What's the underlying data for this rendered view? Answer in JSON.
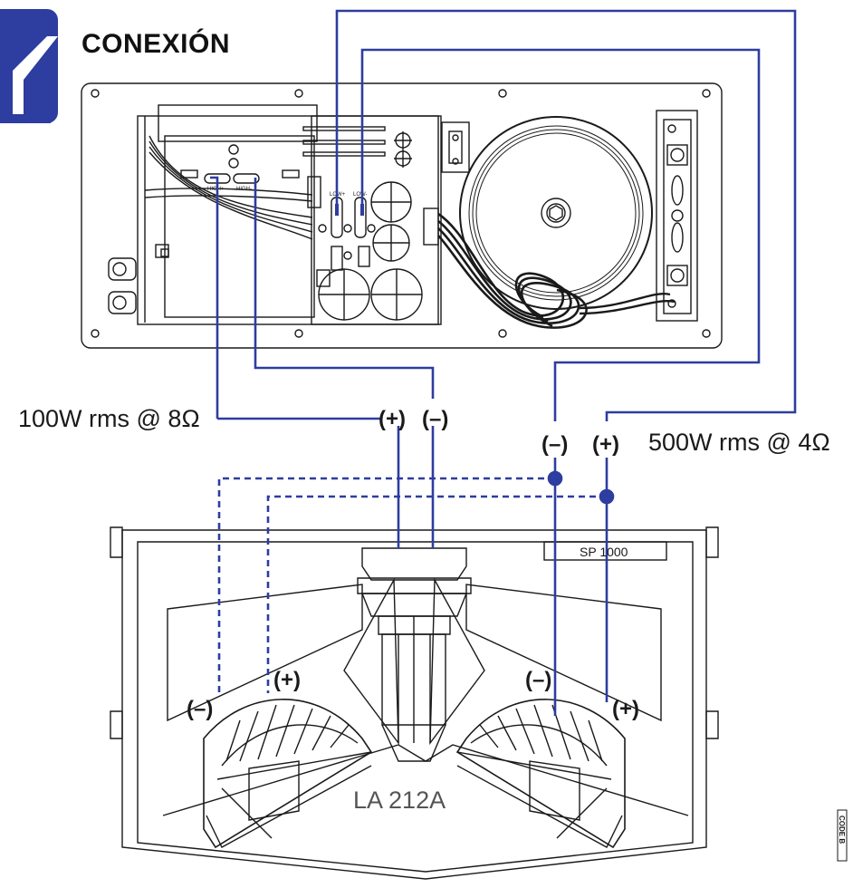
{
  "header": {
    "title": "CONEXIÓN",
    "badge_icon": "section-tab-icon"
  },
  "labels": {
    "low_output": "100W rms @ 8Ω",
    "high_output": "500W rms @ 4Ω",
    "plus": "(+)",
    "minus": "(–)",
    "model_plate": "SP 1000",
    "cabinet_model": "LA 212A",
    "amp_high_plus": "HIGH+",
    "amp_high_minus": "HIGH-",
    "amp_low_plus": "LOW+",
    "amp_low_minus": "LOW-",
    "side_label": "CODE B"
  },
  "colors": {
    "wire": "#2d3da0",
    "badge": "#2d3da0",
    "line": "#1a1a1a",
    "accent": "#2d3da0"
  }
}
